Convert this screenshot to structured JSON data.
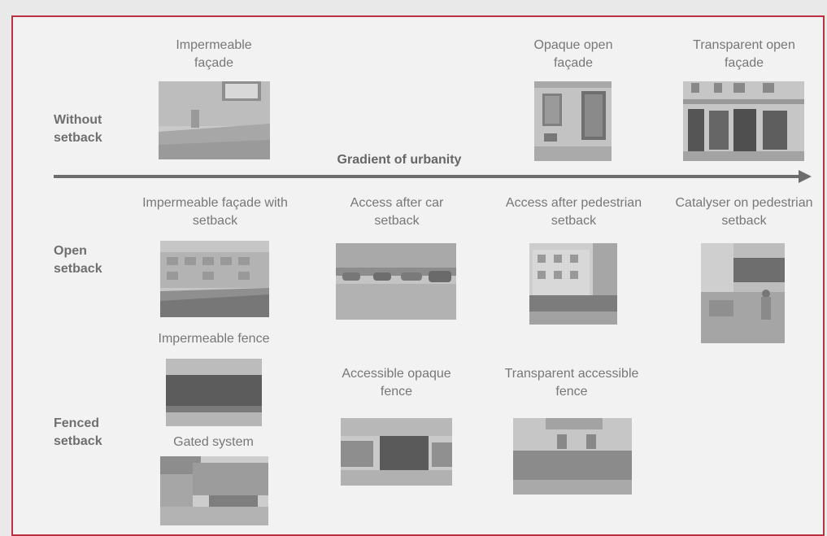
{
  "rows": {
    "without": "Without setback",
    "open": "Open setback",
    "fenced": "Fenced setback"
  },
  "axis_label": "Gradient of urbanity",
  "items": {
    "impermeable_facade": "Impermeable façade",
    "opaque_open_facade": "Opaque open façade",
    "transparent_open_facade": "Transparent open façade",
    "impermeable_facade_setback": "Impermeable façade with setback",
    "access_car_setback": "Access after car setback",
    "access_ped_setback": "Access after pedestrian setback",
    "catalyser": "Catalyser on pedestrian setback",
    "impermeable_fence": "Impermeable fence",
    "accessible_opaque_fence": "Accessible opaque fence",
    "transparent_fence": "Transparent accessible fence",
    "gated_system": "Gated system"
  }
}
